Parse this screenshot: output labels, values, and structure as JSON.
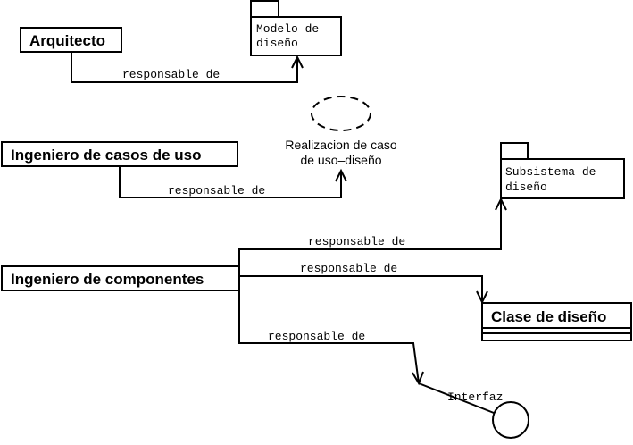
{
  "actors": {
    "arquitecto": "Arquitecto",
    "ingeniero_casos": "Ingeniero de casos de uso",
    "ingeniero_componentes": "Ingeniero de componentes"
  },
  "artifacts": {
    "modelo_line1": "Modelo de",
    "modelo_line2": "diseño",
    "realizacion_line1": "Realizacion de caso",
    "realizacion_line2": "de uso–diseño",
    "subsistema_line1": "Subsistema de",
    "subsistema_line2": "diseño",
    "clase": "Clase de diseño",
    "interfaz": "Interfaz"
  },
  "relations": {
    "r1": "responsable de",
    "r2": "responsable de",
    "r3": "responsable de",
    "r4": "responsable de",
    "r5": "responsable de"
  }
}
